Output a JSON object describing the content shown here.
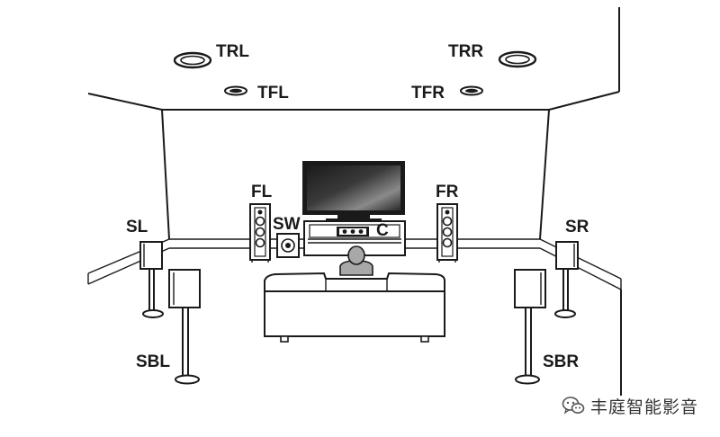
{
  "diagram": {
    "labels": {
      "trl": "TRL",
      "trr": "TRR",
      "tfl": "TFL",
      "tfr": "TFR",
      "fl": "FL",
      "fr": "FR",
      "sw": "SW",
      "c": "C",
      "sl": "SL",
      "sr": "SR",
      "sbl": "SBL",
      "sbr": "SBR"
    }
  },
  "watermark": {
    "text": "丰庭智能影音",
    "icon": "wechat-icon"
  },
  "colors": {
    "line": "#1a1a1a",
    "screen_dark": "#1b1b1b",
    "screen_light": "#8a8a8a"
  }
}
